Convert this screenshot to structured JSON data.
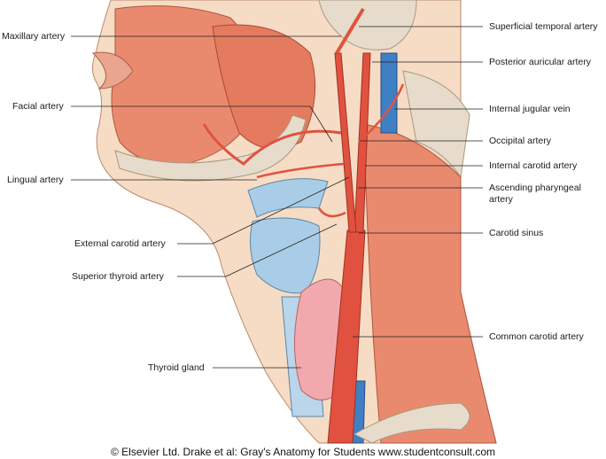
{
  "labels": {
    "maxillary_artery": "Maxillary artery",
    "facial_artery": "Facial artery",
    "lingual_artery": "Lingual artery",
    "external_carotid_artery": "External carotid artery",
    "superior_thyroid_artery": "Superior thyroid artery",
    "thyroid_gland": "Thyroid gland",
    "superficial_temporal_artery": "Superficial temporal artery",
    "posterior_auricular_artery": "Posterior auricular artery",
    "internal_jugular_vein": "Internal jugular vein",
    "occipital_artery": "Occipital artery",
    "internal_carotid_artery": "Internal carotid artery",
    "ascending_pharyngeal_artery_line1": "Ascending pharyngeal",
    "ascending_pharyngeal_artery_line2": "artery",
    "carotid_sinus": "Carotid sinus",
    "common_carotid_artery": "Common carotid artery"
  },
  "credit": "© Elsevier Ltd. Drake et al: Gray's Anatomy for Students www.studentconsult.com",
  "colors": {
    "artery": "#e0523f",
    "vein": "#3f7fc4",
    "muscle": "#e98a6e",
    "skin": "#f6dcc4",
    "bone": "#e7dccb",
    "cartilage": "#a9cde6",
    "thyroid": "#f2a9ad"
  }
}
